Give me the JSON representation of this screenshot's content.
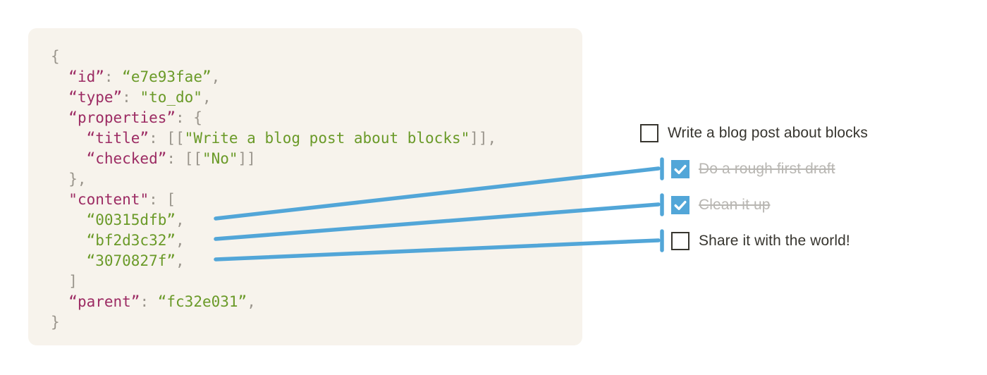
{
  "colors": {
    "page_bg": "#ffffff",
    "code_bg": "#f7f3ec",
    "code_key": "#9c2b63",
    "code_value": "#6a9a28",
    "code_punct": "#9a958c",
    "connector_blue": "#52a6d8",
    "checked_checkbox_blue": "#52a6d8",
    "todo_text": "#37352f",
    "todo_done_text": "#b8b6b2"
  },
  "code": {
    "lines": [
      [
        [
          "punct",
          "{"
        ]
      ],
      [
        [
          "punct",
          "  "
        ],
        [
          "key",
          "“id”"
        ],
        [
          "punct",
          ": "
        ],
        [
          "value",
          "“e7e93fae”"
        ],
        [
          "punct",
          ","
        ]
      ],
      [
        [
          "punct",
          "  "
        ],
        [
          "key",
          "“type”"
        ],
        [
          "punct",
          ": "
        ],
        [
          "value",
          "\"to_do\""
        ],
        [
          "punct",
          ","
        ]
      ],
      [
        [
          "punct",
          "  "
        ],
        [
          "key",
          "“properties”"
        ],
        [
          "punct",
          ": {"
        ]
      ],
      [
        [
          "punct",
          "    "
        ],
        [
          "key",
          "“title”"
        ],
        [
          "punct",
          ": [["
        ],
        [
          "value",
          "\"Write a blog post about blocks\""
        ],
        [
          "punct",
          "]],"
        ]
      ],
      [
        [
          "punct",
          "    "
        ],
        [
          "key",
          "“checked”"
        ],
        [
          "punct",
          ": [["
        ],
        [
          "value",
          "\"No\""
        ],
        [
          "punct",
          "]]"
        ]
      ],
      [
        [
          "punct",
          "  },"
        ]
      ],
      [
        [
          "punct",
          "  "
        ],
        [
          "key",
          "\"content\""
        ],
        [
          "punct",
          ": ["
        ]
      ],
      [
        [
          "punct",
          "    "
        ],
        [
          "value",
          "“00315dfb”"
        ],
        [
          "punct",
          ","
        ]
      ],
      [
        [
          "punct",
          "    "
        ],
        [
          "value",
          "“bf2d3c32”"
        ],
        [
          "punct",
          ","
        ]
      ],
      [
        [
          "punct",
          "    "
        ],
        [
          "value",
          "“3070827f”"
        ],
        [
          "punct",
          ","
        ]
      ],
      [
        [
          "punct",
          "  ]"
        ]
      ],
      [
        [
          "punct",
          "  "
        ],
        [
          "key",
          "“parent”"
        ],
        [
          "punct",
          ": "
        ],
        [
          "value",
          "“fc32e031”"
        ],
        [
          "punct",
          ","
        ]
      ],
      [
        [
          "punct",
          "}"
        ]
      ]
    ]
  },
  "todos": [
    {
      "label": "Write a blog post about blocks",
      "checked": false,
      "indent": false
    },
    {
      "label": "Do a rough first draft",
      "checked": true,
      "indent": true
    },
    {
      "label": "Clean it up",
      "checked": true,
      "indent": true
    },
    {
      "label": "Share it with the world!",
      "checked": false,
      "indent": true
    }
  ],
  "connectors": [
    {
      "from_content_id": "00315dfb",
      "to_todo": "Do a rough first draft"
    },
    {
      "from_content_id": "bf2d3c32",
      "to_todo": "Clean it up"
    },
    {
      "from_content_id": "3070827f",
      "to_todo": "Share it with the world!"
    }
  ]
}
